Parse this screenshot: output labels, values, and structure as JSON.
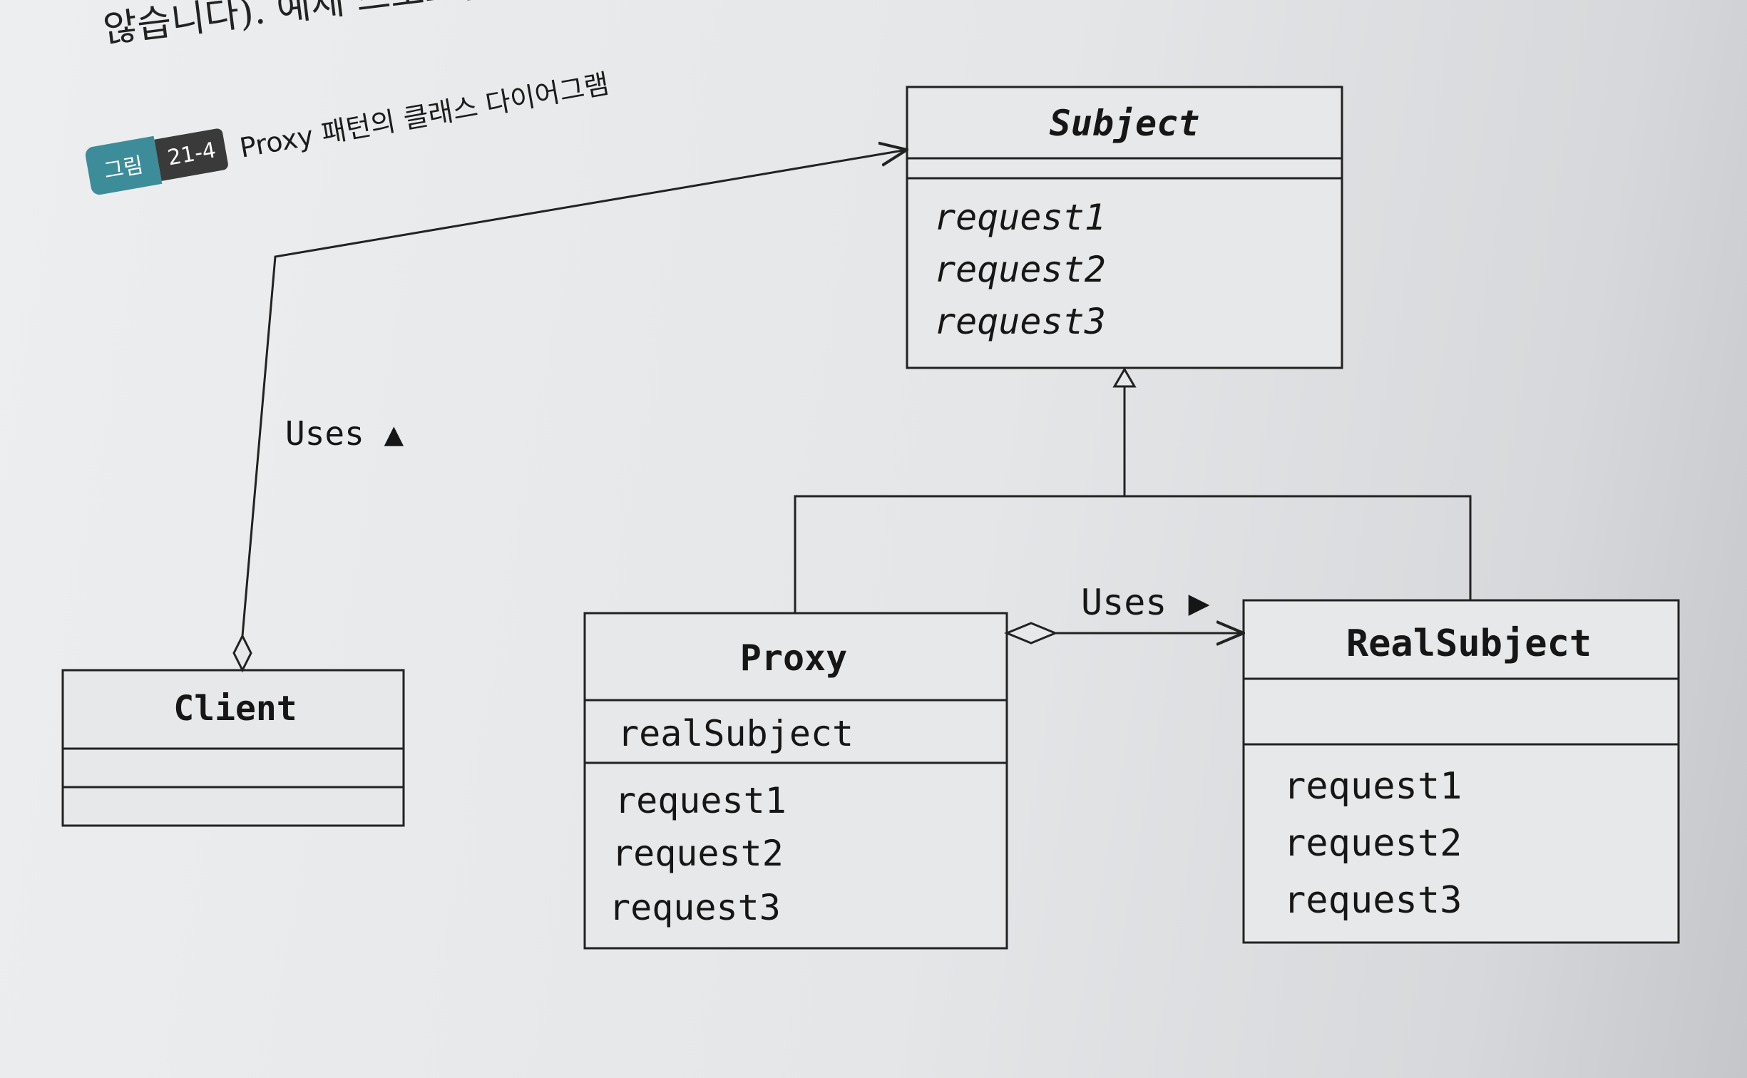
{
  "page": {
    "intro_text": "않습니다). 예제 프로그램",
    "figure_label": "그림",
    "figure_number": "21-4",
    "figure_title": "Proxy 패턴의 클래스 다이어그램"
  },
  "classes": {
    "subject": {
      "name": "Subject",
      "methods": [
        "request1",
        "request2",
        "request3"
      ]
    },
    "client": {
      "name": "Client"
    },
    "proxy": {
      "name": "Proxy",
      "fields": [
        "realSubject"
      ],
      "methods": [
        "request1",
        "request2",
        "request3"
      ]
    },
    "real_subject": {
      "name": "RealSubject",
      "methods": [
        "request1",
        "request2",
        "request3"
      ]
    }
  },
  "relations": {
    "client_subject": "Uses ▲",
    "proxy_real": "Uses ▶"
  }
}
